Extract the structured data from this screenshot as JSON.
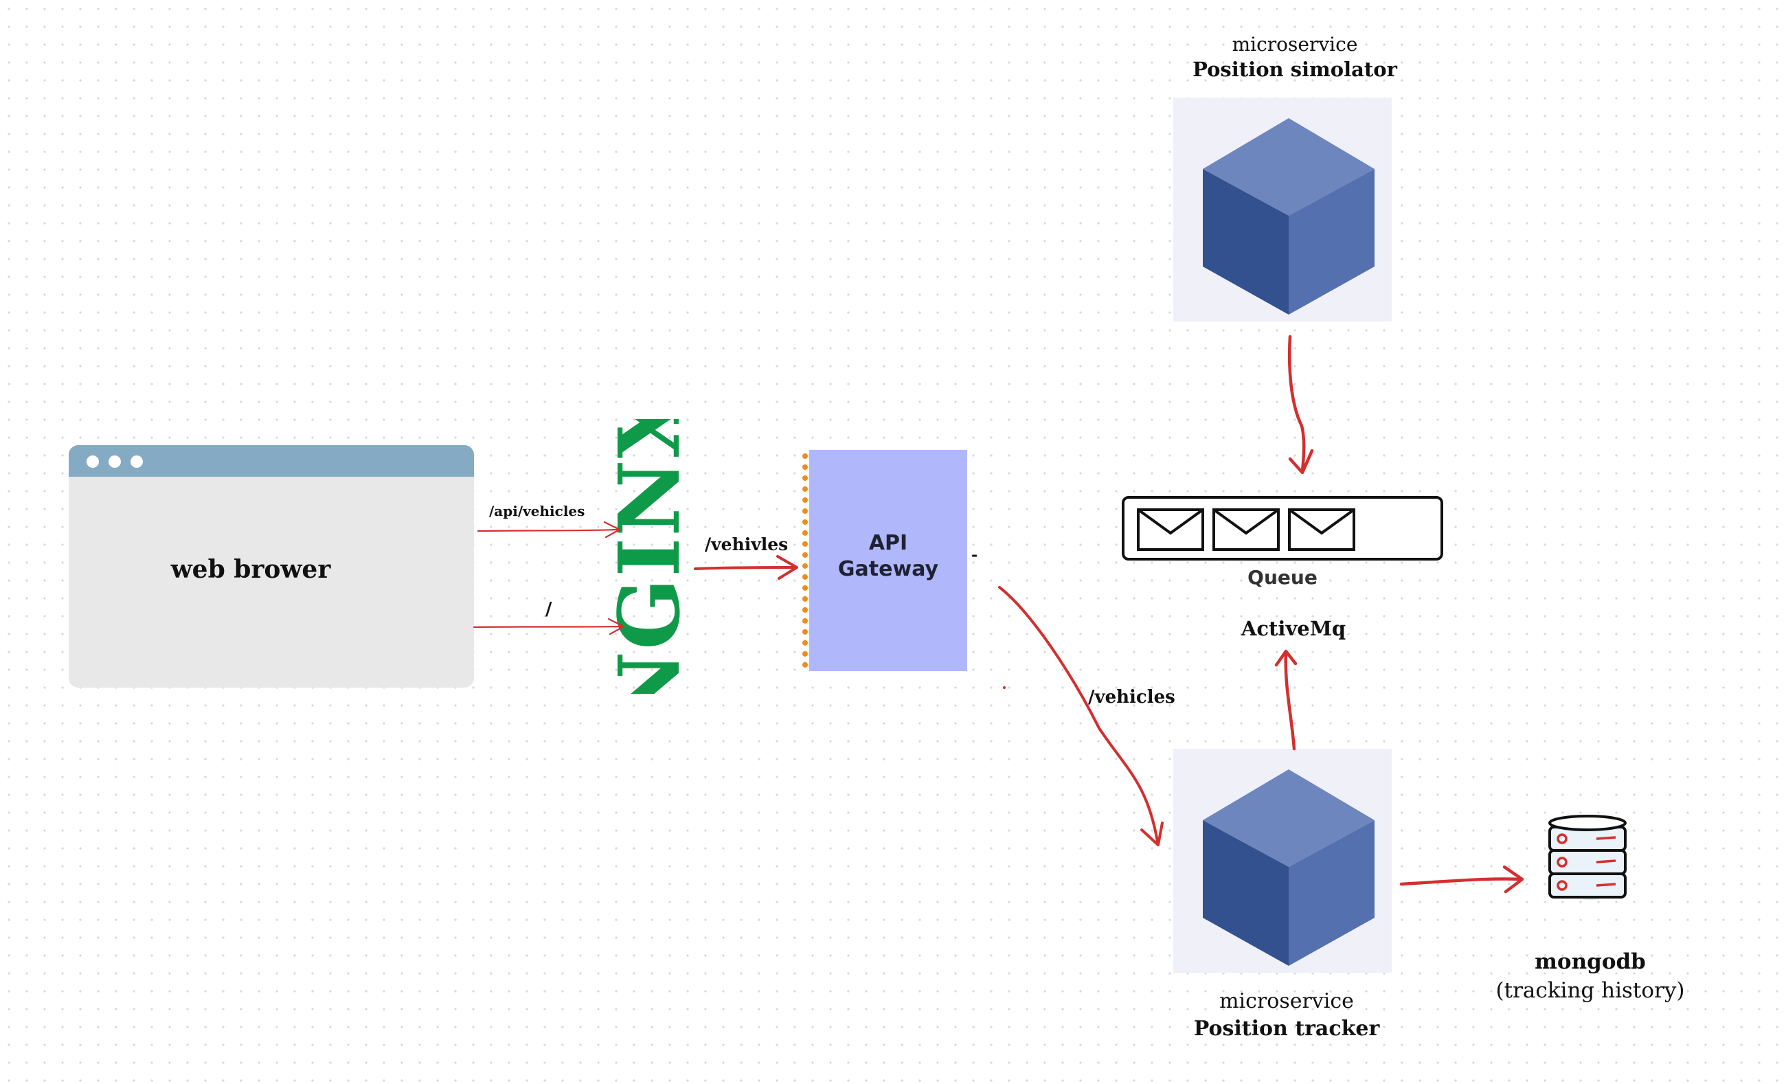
{
  "browser": {
    "label": "web brower"
  },
  "nginx": {
    "logo_text": "NGINX",
    "routes": {
      "api": "/api/vehicles",
      "root": "/"
    }
  },
  "gateway": {
    "label_line1": "API",
    "label_line2": "Gateway",
    "incoming_route": "/vehivles",
    "dash": "-"
  },
  "simulator": {
    "kind": "microservice",
    "name": "Position simolator"
  },
  "queue": {
    "label": "Queue",
    "broker": "ActiveMq"
  },
  "tracker": {
    "kind": "microservice",
    "name": "Position tracker",
    "incoming_route": "/vehicles"
  },
  "mongodb": {
    "name": "mongodb",
    "desc": "(tracking history)"
  },
  "colors": {
    "arrow": "#d32f2f",
    "nginx_green": "#0f9a4a",
    "gateway_fill": "#b0b7fb",
    "gateway_border": "#f28a1e",
    "browser_bar": "#85aac4",
    "cube_top": "#6d86bd",
    "cube_left": "#33508f",
    "cube_right": "#5570af"
  }
}
